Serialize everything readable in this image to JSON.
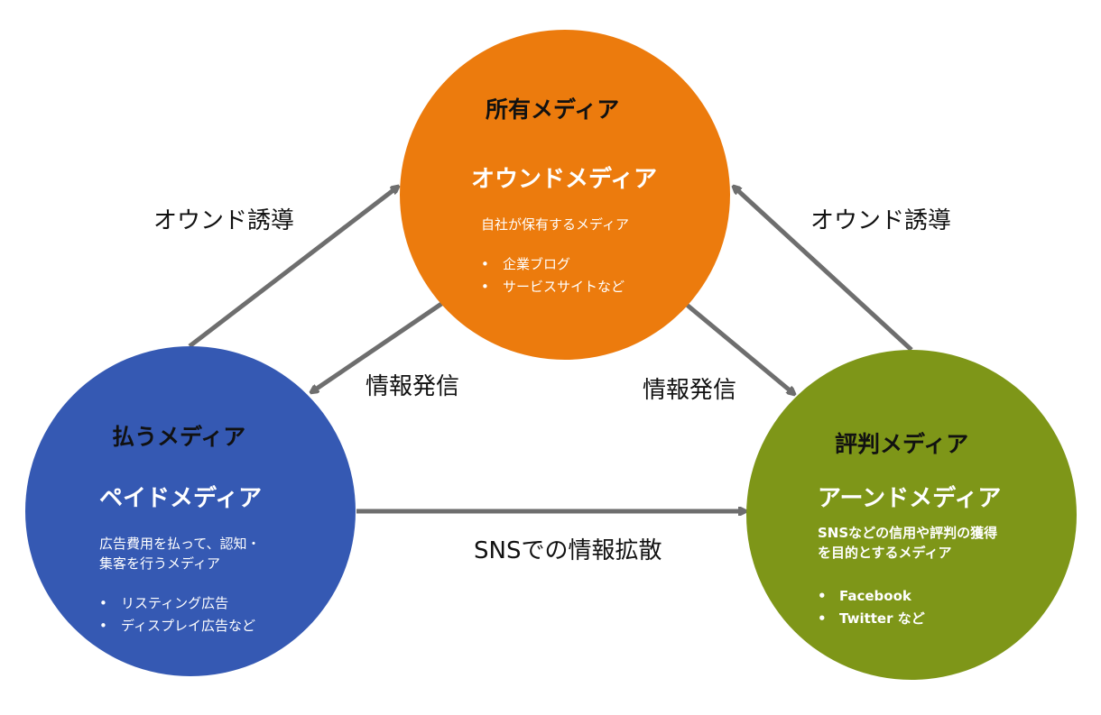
{
  "colors": {
    "owned": "#ec7b0d",
    "paid": "#3559b3",
    "earned": "#7e9618",
    "arrow": "#6e6e6e"
  },
  "owned": {
    "heading": "所有メディア",
    "title": "オウンドメディア",
    "description": "自社が保有するメディア",
    "examples": [
      "企業ブログ",
      "サービスサイトなど"
    ]
  },
  "paid": {
    "heading": "払うメディア",
    "title": "ペイドメディア",
    "description": [
      "広告費用を払って、認知・",
      "集客を行うメディア"
    ],
    "examples": [
      "リスティング広告",
      "ディスプレイ広告など"
    ]
  },
  "earned": {
    "heading": "評判メディア",
    "title": "アーンドメディア",
    "description": [
      "SNSなどの信用や評判の獲得",
      "を目的とするメディア"
    ],
    "examples": [
      "Facebook",
      "Twitter など"
    ]
  },
  "edges": {
    "paid_to_owned": "オウンド誘導",
    "earned_to_owned": "オウンド誘導",
    "owned_to_paid": "情報発信",
    "owned_to_earned": "情報発信",
    "paid_to_earned": "SNSでの情報拡散"
  }
}
